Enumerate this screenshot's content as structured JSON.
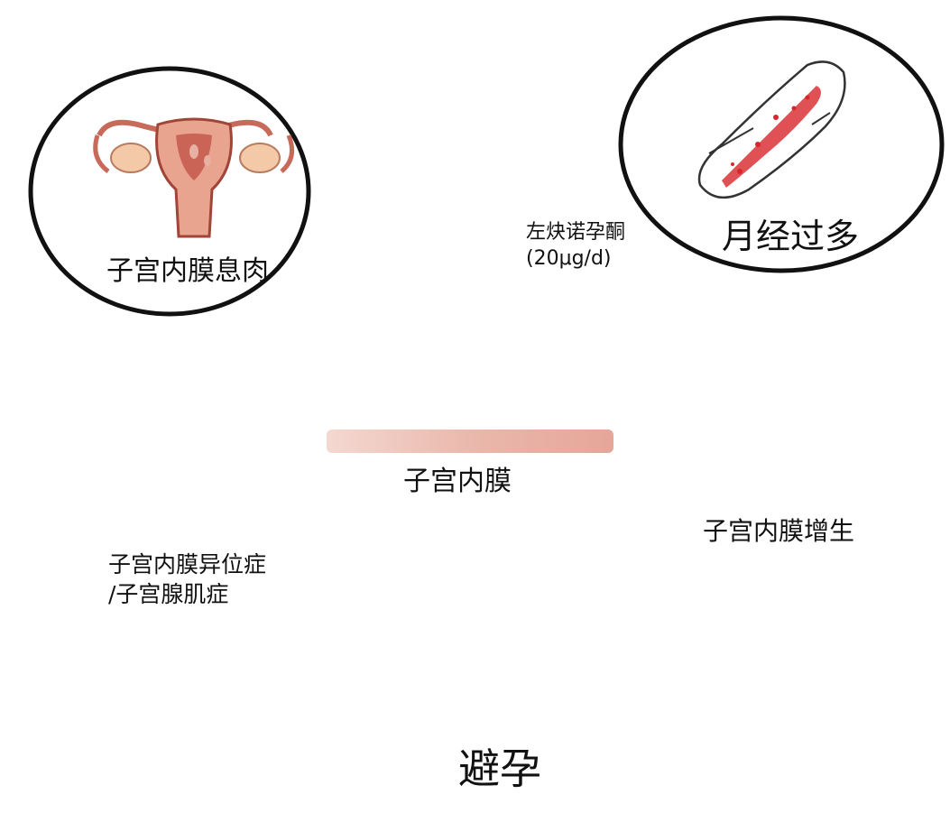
{
  "labels": {
    "polyp": "子宫内膜息肉",
    "menorrhagia": "月经过多",
    "endometrium": "子宫内膜",
    "hyperplasia": "子宫内膜增生",
    "ectopic_line1": "子宫内膜异位症",
    "ectopic_line2": "/子宫腺肌症",
    "contraception": "避孕",
    "drug_line1": "左炔诺孕酮",
    "drug_line2": "(20μg/d)"
  },
  "colors": {
    "outline": "#111111",
    "uterus_fill": "#e9a48f",
    "uterus_dark": "#b94a3f",
    "endometrium_band": "#e8b0a3",
    "ovary_fill": "#f3c9a8",
    "blood_red": "#d8262a",
    "hormone_drop": "#b9cfe0",
    "egg_fill": "#f08f80",
    "sperm_fill": "#f3bfa0"
  }
}
